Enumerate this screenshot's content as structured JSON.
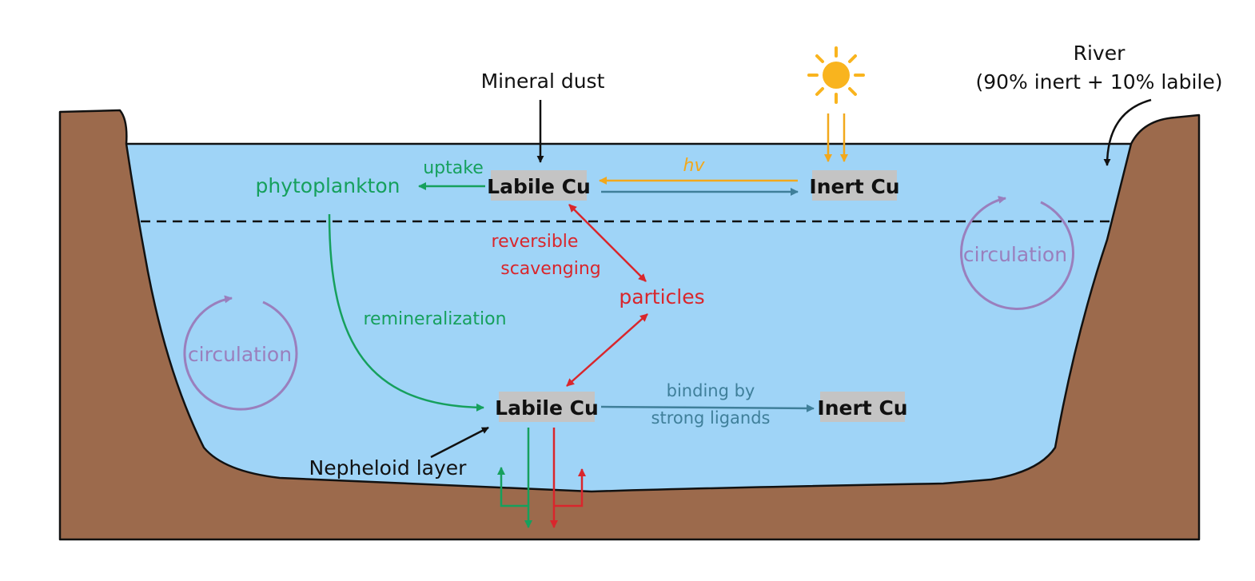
{
  "labels": {
    "river_line1": "River",
    "river_line2": "(90% inert + 10% labile)",
    "mineral_dust": "Mineral dust",
    "labile_surface": "Labile Cu",
    "inert_surface": "Inert Cu",
    "labile_deep": "Labile Cu",
    "inert_deep": "Inert Cu",
    "phytoplankton": "phytoplankton",
    "uptake": "uptake",
    "hv": "hv",
    "reversible": "reversible",
    "scavenging": "scavenging",
    "particles": "particles",
    "remineralization": "remineralization",
    "circulation_left": "circulation",
    "circulation_right": "circulation",
    "binding_line1": "binding by",
    "binding_line2": "strong ligands",
    "nepheloid_layer": "Nepheloid layer"
  },
  "colors": {
    "water": "#9fd4f7",
    "sediment": "#9c6a4c",
    "green": "#16a05d",
    "red": "#d9262c",
    "orange": "#f2a81c",
    "teal": "#3f7f9a",
    "purple": "#9a7fbd",
    "box": "#c4c4c4"
  },
  "icons": {
    "sun": "sun-icon"
  }
}
